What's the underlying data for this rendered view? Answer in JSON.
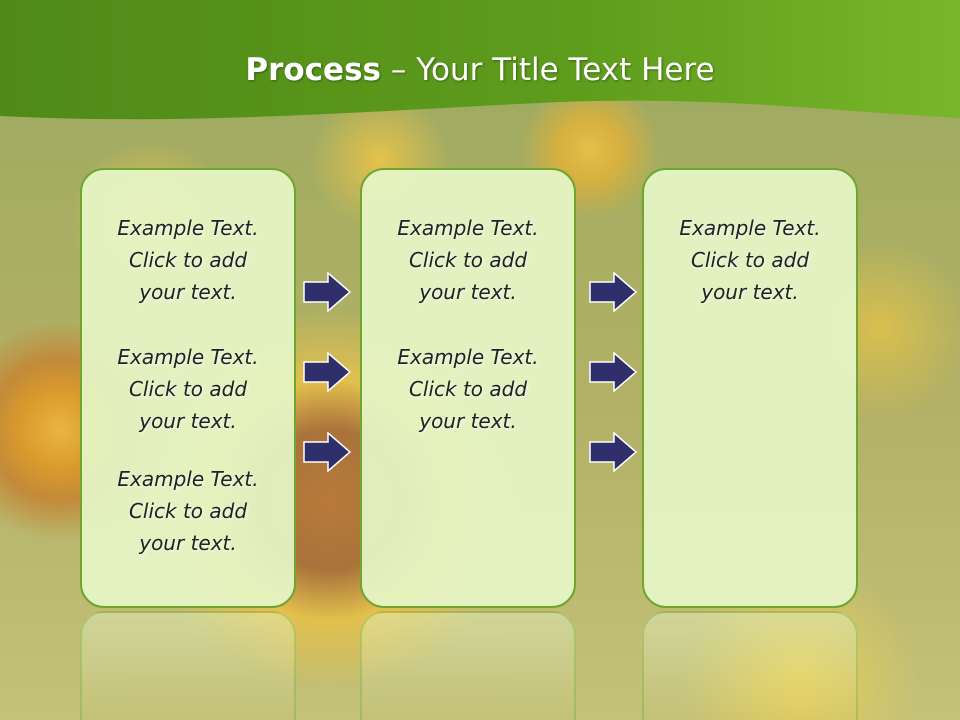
{
  "title": {
    "bold": "Process",
    "rest": "  – Your Title Text Here"
  },
  "columns": [
    {
      "blocks": [
        {
          "line1": "Example Text.",
          "line2": "Click  to add",
          "line3": "your text."
        },
        {
          "line1": "Example Text.",
          "line2": "Click  to add",
          "line3": "your text."
        },
        {
          "line1": "Example Text.",
          "line2": "Click  to add",
          "line3": "your text."
        }
      ]
    },
    {
      "blocks": [
        {
          "line1": "Example Text.",
          "line2": "Click  to add",
          "line3": "your text."
        },
        {
          "line1": "Example Text.",
          "line2": "Click  to add",
          "line3": "your text."
        }
      ]
    },
    {
      "blocks": [
        {
          "line1": "Example Text.",
          "line2": "Click  to add",
          "line3": "your text."
        }
      ]
    }
  ],
  "colors": {
    "header_green": "#5c9b1a",
    "box_border": "#6ea62f",
    "box_fill": "#e6f6c8",
    "arrow_fill": "#2f2f6b"
  },
  "icons": {
    "arrow": "right-arrow-icon"
  }
}
